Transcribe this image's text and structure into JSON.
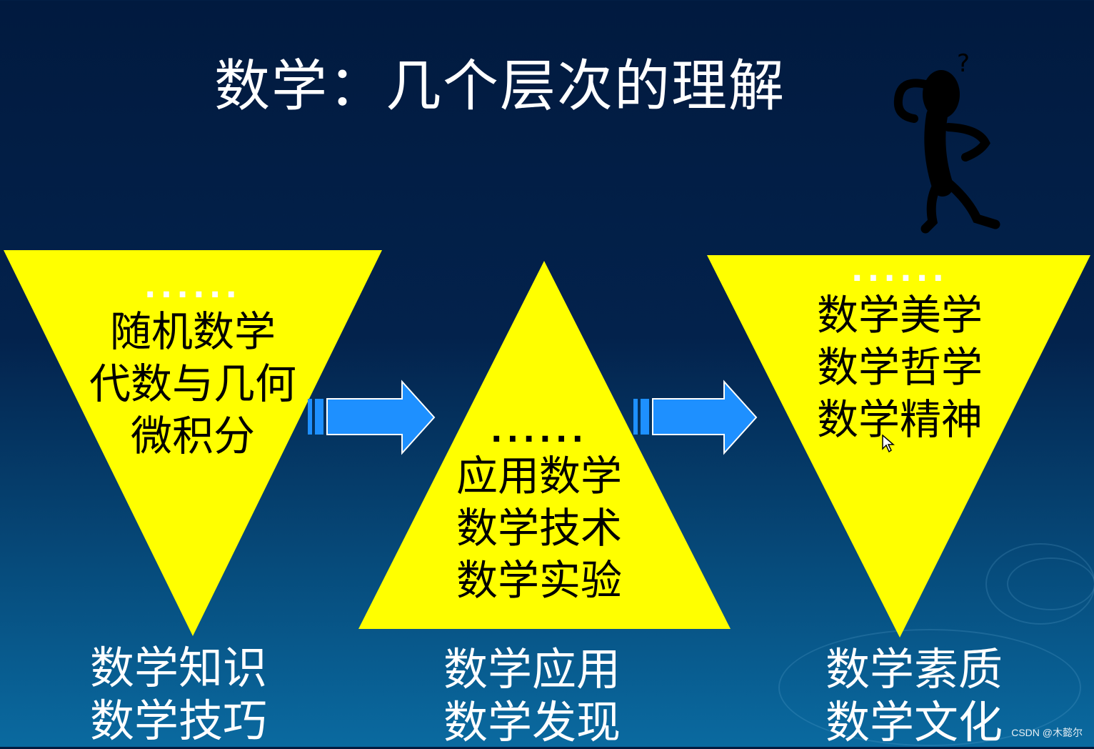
{
  "title": "数学：几个层次的理解",
  "colors": {
    "triangle_fill": "#ffff00",
    "arrow_fill": "#1e90ff",
    "text_light": "#ffffff",
    "text_dark": "#000000"
  },
  "left": {
    "dots": "······",
    "lines": [
      "随机数学",
      "代数与几何",
      "微积分"
    ],
    "label_lines": [
      "数学知识",
      "数学技巧"
    ]
  },
  "middle": {
    "dots": "······",
    "lines": [
      "应用数学",
      "数学技术",
      "数学实验"
    ],
    "label_lines": [
      "数学应用",
      "数学发现"
    ]
  },
  "right": {
    "dots": "······",
    "lines": [
      "数学美学",
      "数学哲学",
      "数学精神"
    ],
    "label_lines": [
      "数学素质",
      "数学文化"
    ]
  },
  "icons": {
    "arrow": "right-arrow-icon",
    "figure": "thinking-figure-icon",
    "cursor": "mouse-cursor-icon"
  },
  "watermark": "CSDN @木懿尔"
}
